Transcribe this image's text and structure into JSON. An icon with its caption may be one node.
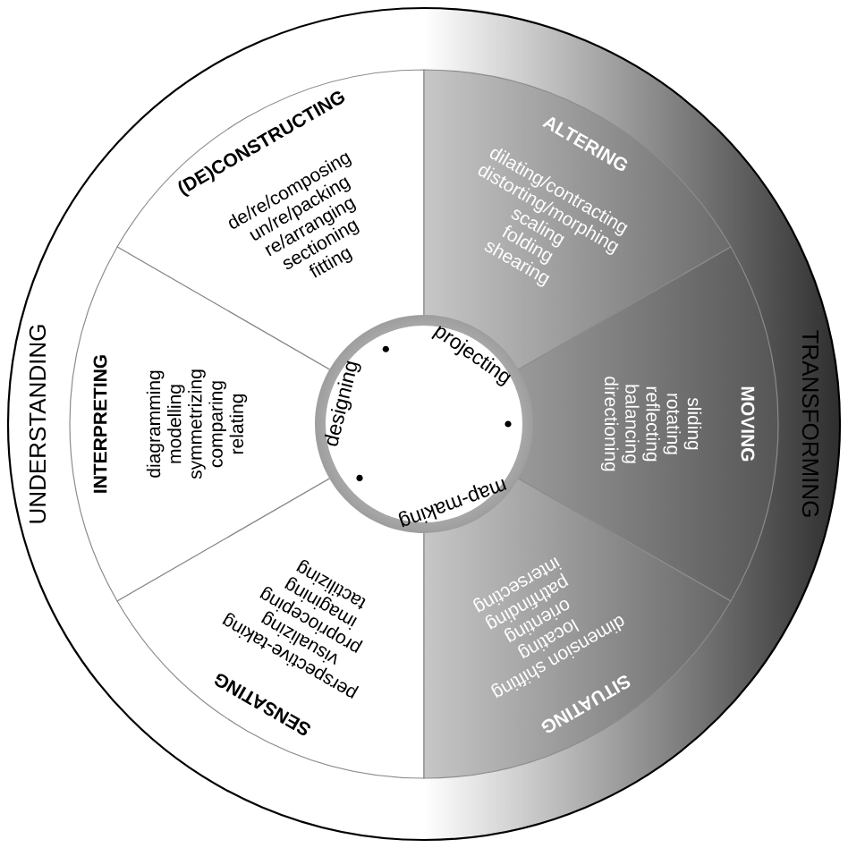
{
  "diagram": {
    "nodes": [
      {
        "text": [
          "UNDERSTANDING",
          "TRANSFORMING"
        ]
      },
      {
        "text": [
          "(DE)CONSTRUCTING",
          "de/re/composing",
          "un/re/packing",
          "re/arranging",
          "sectioning",
          "fitting"
        ],
        "in": 0
      },
      {
        "text": [
          "ALTERING",
          "dilating/contracting",
          "distorting/morphing",
          "scaling",
          "folding",
          "shearing"
        ],
        "in": 0
      },
      {
        "text": [
          "INTERPRETING",
          "diagramming",
          "modelling",
          "symmetrizing",
          "comparing",
          "relating"
        ],
        "in": 0
      },
      {
        "text": [
          "MOVING",
          "sliding",
          "rotating",
          "reflecting",
          "balancing",
          "directioning"
        ],
        "in": 0
      },
      {
        "text": [
          "SENSATING",
          "perspective-taking",
          "visualizing",
          "proprioceping",
          "imagining",
          "tactilizing"
        ],
        "in": 0
      },
      {
        "text": [
          "SITUATING",
          "dimension shifting",
          "locating",
          "orienting",
          "pathfinding",
          "intersecting"
        ],
        "in": 0
      },
      {
        "text": [
          "designing",
          "projecting",
          "map-making"
        ],
        "in": 0
      }
    ]
  }
}
